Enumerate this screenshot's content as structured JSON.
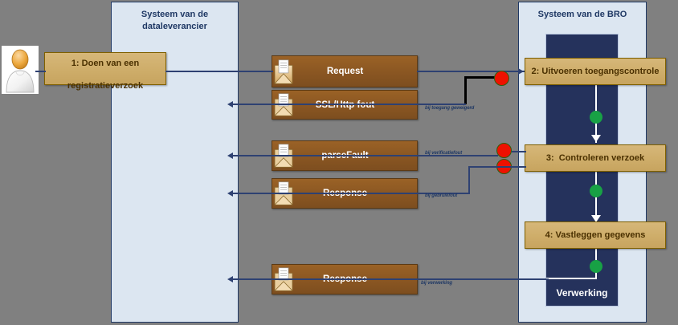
{
  "diagram": {
    "lanes": [
      {
        "name": "lane-dataleverancier",
        "title": "Systeem van de\ndataleverancier",
        "title_line1": "Systeem van de",
        "title_line2": "dataleverancier"
      },
      {
        "name": "lane-bro",
        "title": "Systeem van de BRO",
        "title_line1": "Systeem van de BRO",
        "title_line2": ""
      }
    ],
    "navy_label": "Verwerking",
    "actor": {
      "icon": "user-actor-icon"
    },
    "steps": [
      {
        "id": "step1",
        "line1": "1: Doen van een",
        "line2": "registratieverzoek",
        "label": "1: Doen van een registratieverzoek"
      },
      {
        "id": "step2",
        "label": "2: Uitvoeren toegangscontrole"
      },
      {
        "id": "step3",
        "label": "3:  Controleren verzoek"
      },
      {
        "id": "step4",
        "label": "4: Vastleggen gegevens"
      }
    ],
    "messages": [
      {
        "id": "msg-request-top",
        "label": "Request",
        "icon": "envelope-icon"
      },
      {
        "id": "msg-sslhttp-fout",
        "label": "SSL/Http fout",
        "icon": "envelope-icon"
      },
      {
        "id": "msg-parsefault",
        "label": "parseFault",
        "icon": "envelope-icon"
      },
      {
        "id": "msg-response-mid",
        "label": "Response",
        "icon": "envelope-icon"
      },
      {
        "id": "msg-response-bottom",
        "label": "Response",
        "icon": "envelope-icon"
      }
    ],
    "conditions": [
      {
        "id": "cond-toegang",
        "label": "bij toegang geweigerd"
      },
      {
        "id": "cond-verificatie",
        "label": "bij verificatiefout"
      },
      {
        "id": "cond-gebruik",
        "label": "bij gebruikfout"
      },
      {
        "id": "cond-verwerking",
        "label": "bij verwerking"
      }
    ],
    "colors": {
      "background": "#808080",
      "lane_fill": "#dce6f1",
      "lane_border": "#1f3864",
      "navy_fill": "#25325c",
      "process_fill": "#cfae6e",
      "process_border": "#7f6000",
      "message_fill": "#8a5622",
      "connector": "#2e4172",
      "dot_red": "#ee1100",
      "dot_green": "#18a145"
    }
  }
}
